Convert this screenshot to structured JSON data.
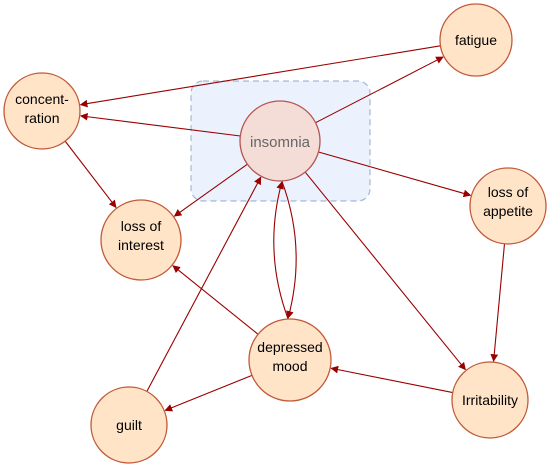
{
  "colors": {
    "node_fill": "#ffe4c8",
    "node_stroke": "#c25a3a",
    "edge": "#990000",
    "focus_fill": "#dae8fc",
    "focus_stroke": "#6c8ebf",
    "center_fill": "#f6d8d0",
    "center_stroke": "#b85450",
    "center_text": "#666666"
  },
  "nodes": {
    "fatigue": {
      "lines": [
        "fatigue"
      ]
    },
    "concentration": {
      "lines": [
        "concent-",
        "ration"
      ]
    },
    "insomnia": {
      "lines": [
        "insomnia"
      ]
    },
    "loss_of_interest": {
      "lines": [
        "loss of",
        "interest"
      ]
    },
    "loss_of_appetite": {
      "lines": [
        "loss of",
        "appetite"
      ]
    },
    "depressed_mood": {
      "lines": [
        "depressed",
        "mood"
      ]
    },
    "guilt": {
      "lines": [
        "guilt"
      ]
    },
    "irritability": {
      "lines": [
        "Irritability"
      ]
    }
  },
  "edges": [
    {
      "from": "fatigue",
      "to": "concentration"
    },
    {
      "from": "insomnia",
      "to": "concentration"
    },
    {
      "from": "insomnia",
      "to": "fatigue"
    },
    {
      "from": "insomnia",
      "to": "loss_of_interest"
    },
    {
      "from": "insomnia",
      "to": "loss_of_appetite"
    },
    {
      "from": "insomnia",
      "to": "depressed_mood"
    },
    {
      "from": "insomnia",
      "to": "irritability"
    },
    {
      "from": "concentration",
      "to": "loss_of_interest"
    },
    {
      "from": "loss_of_appetite",
      "to": "irritability"
    },
    {
      "from": "irritability",
      "to": "depressed_mood"
    },
    {
      "from": "depressed_mood",
      "to": "loss_of_interest"
    },
    {
      "from": "depressed_mood",
      "to": "guilt"
    },
    {
      "from": "depressed_mood",
      "to": "insomnia"
    },
    {
      "from": "guilt",
      "to": "insomnia"
    }
  ]
}
